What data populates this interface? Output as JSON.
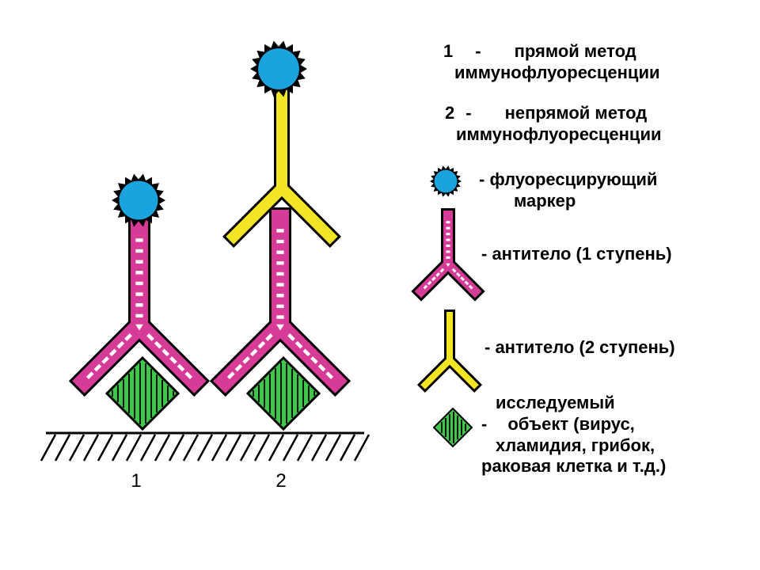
{
  "colors": {
    "fluorophore": "#1aa3dc",
    "antibody1": "#d63b97",
    "antibody2": "#f2e524",
    "antigen": "#40c64b",
    "outline": "#000000"
  },
  "ground_labels": {
    "direct": "1",
    "indirect": "2"
  },
  "legend": {
    "method1": {
      "number": "1",
      "dash": "-",
      "line1": "прямой метод",
      "line2": "иммунофлуоресценции"
    },
    "method2": {
      "number": "2",
      "dash": "-",
      "line1": "непрямой метод",
      "line2": "иммунофлуоресценции"
    },
    "marker": {
      "line1": "- флуоресцирующий",
      "line2": "маркер",
      "icon": "fluorescent-marker-icon"
    },
    "antibody1": {
      "text": "- антитело (1 ступень)",
      "icon": "antibody-primary-icon"
    },
    "antibody2": {
      "text": "- антитело (2 ступень)",
      "icon": "antibody-secondary-icon"
    },
    "object": {
      "line1": "исследуемый",
      "dash": "-",
      "line2": "объект (вирус,",
      "line3": "хламидия, грибок,",
      "line4": "раковая клетка и т.д.)",
      "icon": "antigen-object-icon"
    }
  }
}
